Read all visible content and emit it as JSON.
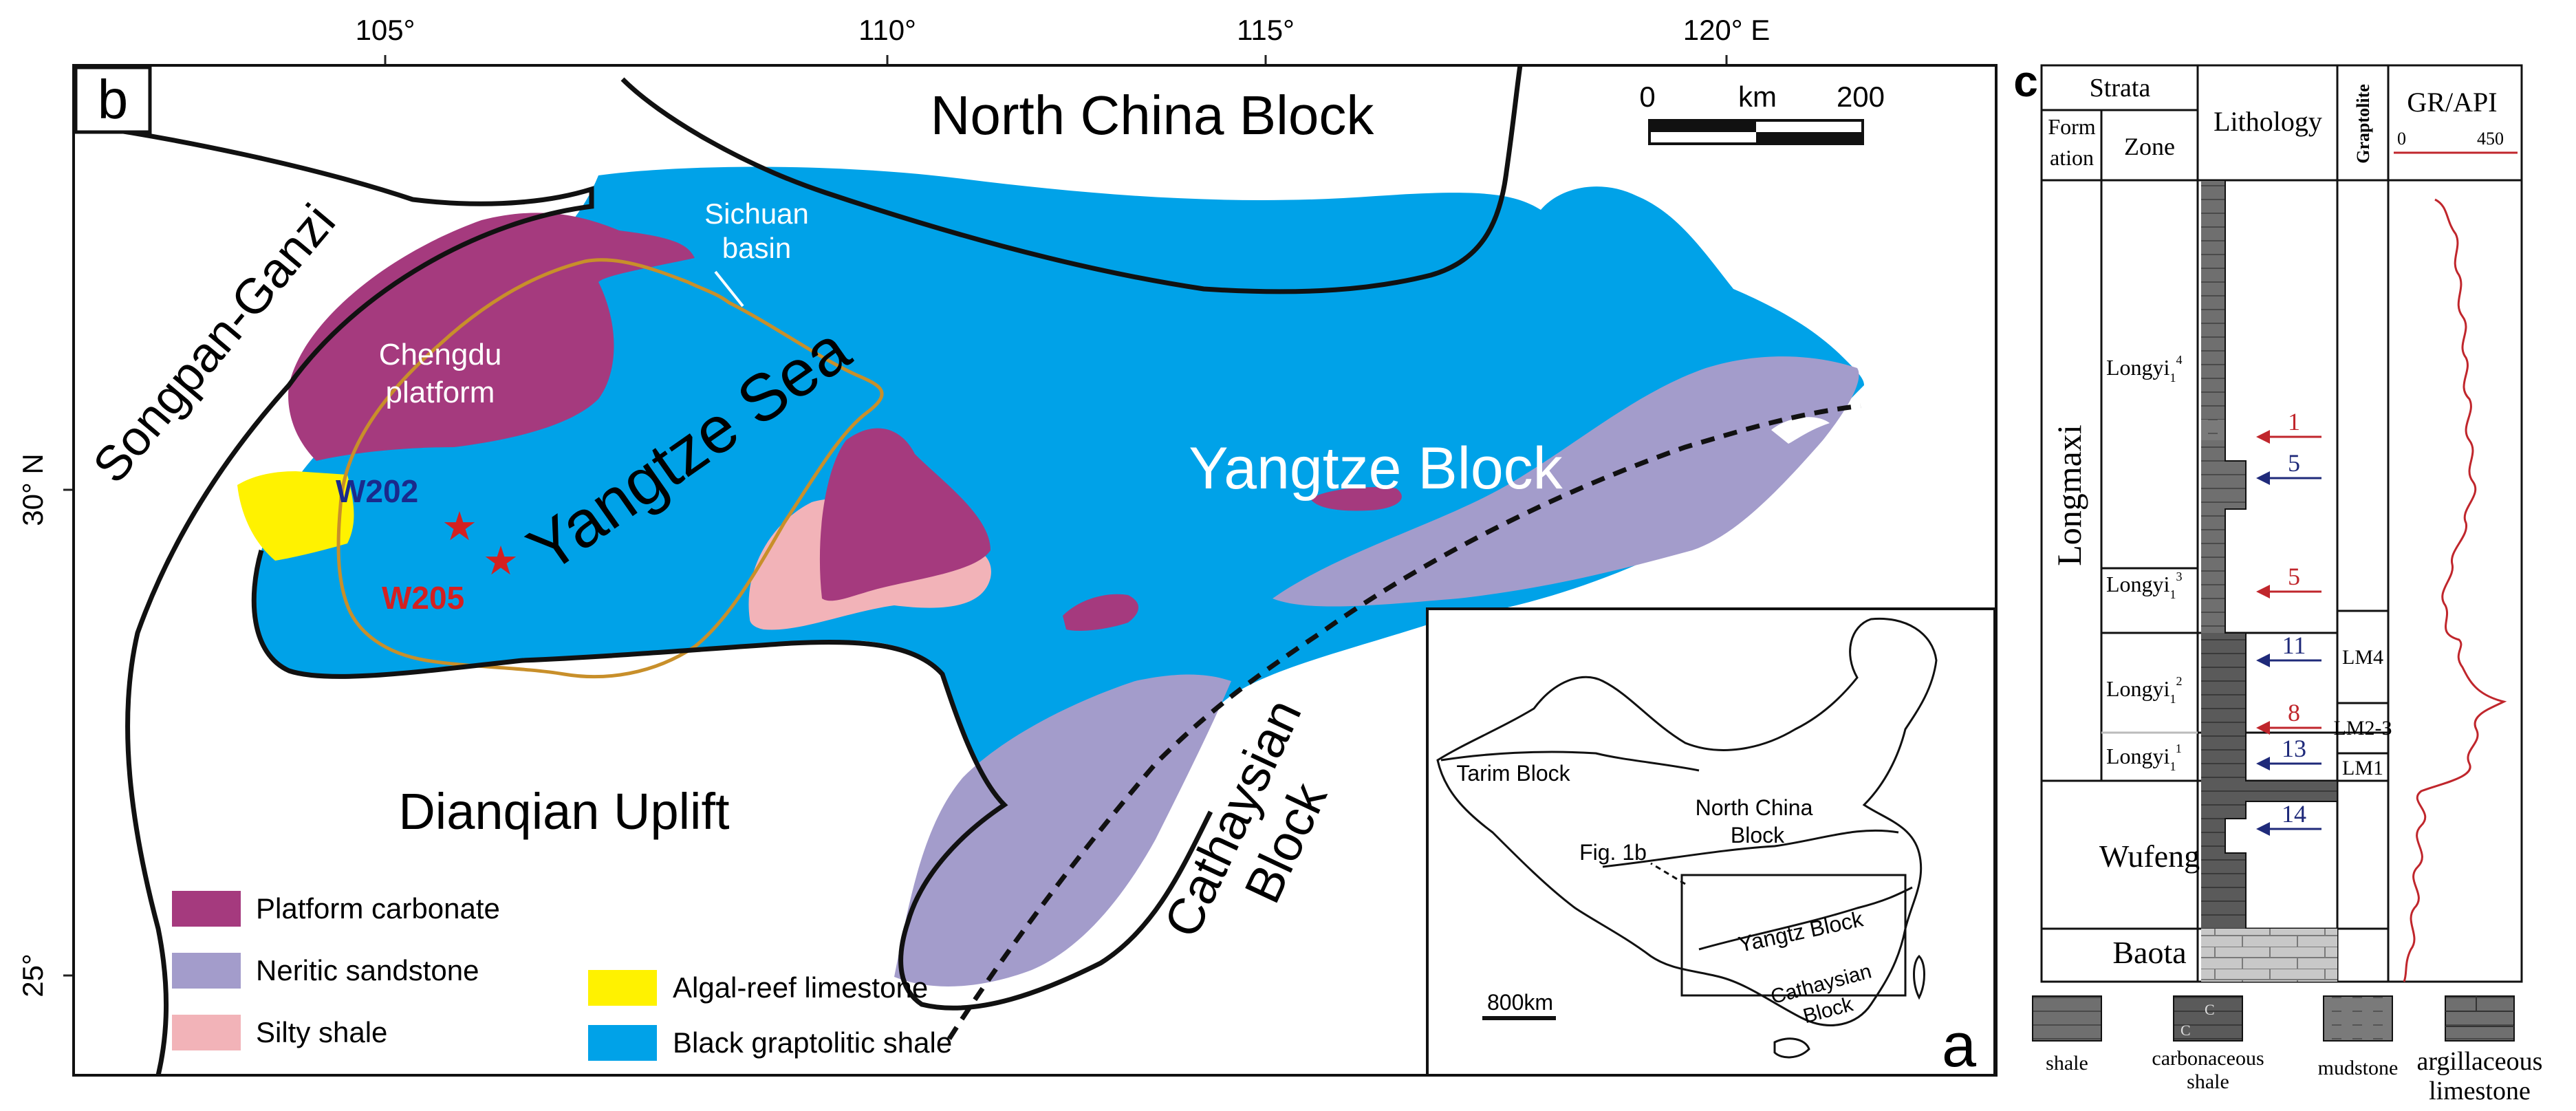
{
  "map_b": {
    "panel_label": "b",
    "longitudes": [
      "105°",
      "110°",
      "115°",
      "120° E"
    ],
    "latitudes": [
      "30° N",
      "25°"
    ],
    "regions": {
      "north_china": "North China Block",
      "songpan": "Songpan-Ganzi",
      "sichuan": [
        "Sichuan",
        "basin"
      ],
      "chengdu": [
        "Chengdu",
        "platform"
      ],
      "yangtze_sea": "Yangtze Sea",
      "yangtze_block": "Yangtze Block",
      "dianqian": "Dianqian Uplift",
      "cathaysian": [
        "Cathaysian",
        "Block"
      ]
    },
    "wells": [
      {
        "name": "W202",
        "color": "#1a2a8c"
      },
      {
        "name": "W205",
        "color": "#d42020"
      }
    ],
    "scale": {
      "start": "0",
      "unit": "km",
      "end": "200"
    },
    "legend": [
      {
        "label": "Platform carbonate",
        "color": "#a53a7e"
      },
      {
        "label": "Neritic sandstone",
        "color": "#a39ccb"
      },
      {
        "label": "Silty shale",
        "color": "#f2b3b8"
      },
      {
        "label": "Algal-reef limestone",
        "color": "#fff200"
      },
      {
        "label": "Black graptolitic shale",
        "color": "#00a2e8"
      }
    ]
  },
  "inset_a": {
    "panel_label": "a",
    "labels": {
      "tarim": "Tarim Block",
      "north_china": [
        "North China",
        "Block"
      ],
      "fig": "Fig. 1b",
      "yangtz": "Yangtz Block",
      "cathaysian": [
        "Cathaysian",
        "Block"
      ]
    },
    "scale": "800km"
  },
  "column_c": {
    "panel_label": "c",
    "headers": {
      "strata": "Strata",
      "formation": [
        "Form",
        "ation"
      ],
      "zone": "Zone",
      "lithology": "Lithology",
      "graptolite": "Graptolite",
      "gr": "GR/API",
      "gr_min": "0",
      "gr_max": "450"
    },
    "formations": [
      "Longmaxi",
      "Wufeng",
      "Baota"
    ],
    "zones": [
      {
        "base": "Longyi",
        "sub": "1",
        "sup": "4"
      },
      {
        "base": "Longyi",
        "sub": "1",
        "sup": "3"
      },
      {
        "base": "Longyi",
        "sub": "1",
        "sup": "2"
      },
      {
        "base": "Longyi",
        "sub": "1",
        "sup": "1"
      }
    ],
    "graptolite_zones": [
      "LM4",
      "LM2-3",
      "LM1"
    ],
    "samples": [
      {
        "label": "1",
        "color": "#c0262c"
      },
      {
        "label": "5",
        "color": "#1f2a7a"
      },
      {
        "label": "5",
        "color": "#c0262c"
      },
      {
        "label": "11",
        "color": "#1f2a7a"
      },
      {
        "label": "8",
        "color": "#c0262c"
      },
      {
        "label": "13",
        "color": "#1f2a7a"
      },
      {
        "label": "14",
        "color": "#1f2a7a"
      }
    ],
    "lith_legend": [
      {
        "label": [
          "shale"
        ]
      },
      {
        "label": [
          "carbonaceous",
          "shale"
        ]
      },
      {
        "label": [
          "mudstone"
        ]
      },
      {
        "label": [
          "argillaceous",
          "limestone"
        ]
      }
    ]
  }
}
